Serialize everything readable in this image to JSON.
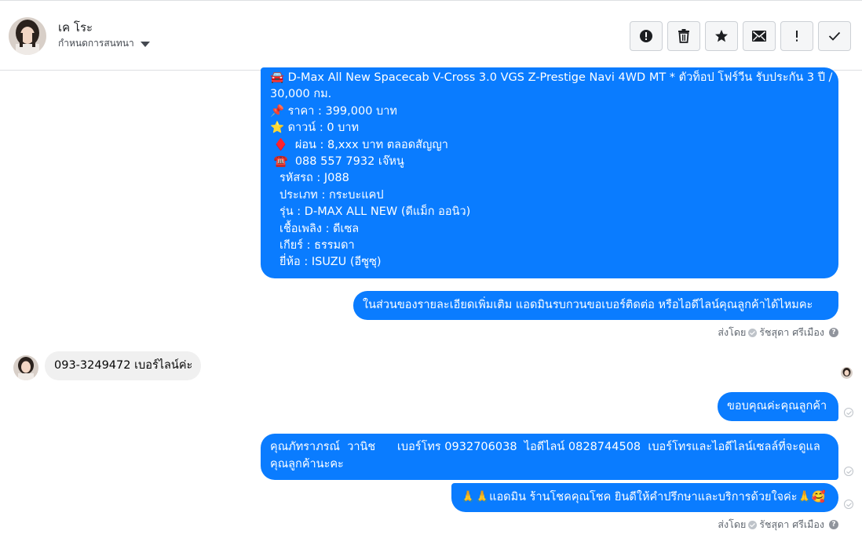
{
  "header": {
    "contact_name": "เค โระ",
    "conversation_settings": "กำหนดการสนทนา"
  },
  "toolbar": {
    "buttons": [
      {
        "name": "report-button",
        "icon": "alert-circle-icon"
      },
      {
        "name": "delete-button",
        "icon": "trash-icon"
      },
      {
        "name": "star-button",
        "icon": "star-icon"
      },
      {
        "name": "mark-unread-button",
        "icon": "envelope-icon"
      },
      {
        "name": "important-button",
        "icon": "exclamation-icon"
      },
      {
        "name": "mark-done-button",
        "icon": "check-icon"
      }
    ]
  },
  "messages": {
    "car_listing": {
      "title_line1": "D-Max All New Spacecab V-Cross 3.0 VGS Z-Prestige Navi 4WD MT * ตัวท็อป โฟร์วีน รับประกัน 3 ปี /",
      "title_line2": "30,000 กม.",
      "price": "ราคา : 399,000 บาท",
      "down": "ดาวน์ : 0 บาท",
      "installment": "ผ่อน : 8,xxx บาท ตลอดสัญญา",
      "phone": "088 557 7932 เจ๊หนู",
      "code": "รหัสรถ : J088",
      "type": "ประเภท : กระบะแคป",
      "model": "รุ่น : D-MAX ALL NEW (ดีแม็ก ออนิว)",
      "fuel": "เชื้อเพลิง : ดีเซล",
      "gear": "เกียร์ : ธรรมดา",
      "brand": "ยี่ห้อ : ISUZU (อีซูซุ)"
    },
    "ask_contact": "ในส่วนของรายละเอียดเพิ่มเติม แอดมินรบกวนขอเบอร์ติดต่อ หรือไอดีไลน์คุณลูกค้าได้ไหมคะ",
    "sent_by_label": "ส่งโดย",
    "sent_by_name": "รัชสุดา ศรีเมือง",
    "customer_reply": "093-3249472 เบอร์ไลน์ค่ะ",
    "thank_you": "ขอบคุณค่ะคุณลูกค้า",
    "sales_contact_line1": "คุณภัทราภรณ์  วานิช      เบอร์โทร 0932706038  ไอดีไลน์ 0828744508  เบอร์โทรและไอดีไลน์เซลล์ที่จะดูแล",
    "sales_contact_line2": "คุณลูกค้านะคะ",
    "closing": "แอดมิน ร้านโชคคุณโชค ยินดีให้คำปรึกษาและบริการด้วยใจค่ะ"
  },
  "colors": {
    "outgoing_bubble": "#0a7cff",
    "incoming_bubble": "#f0f0f0"
  }
}
